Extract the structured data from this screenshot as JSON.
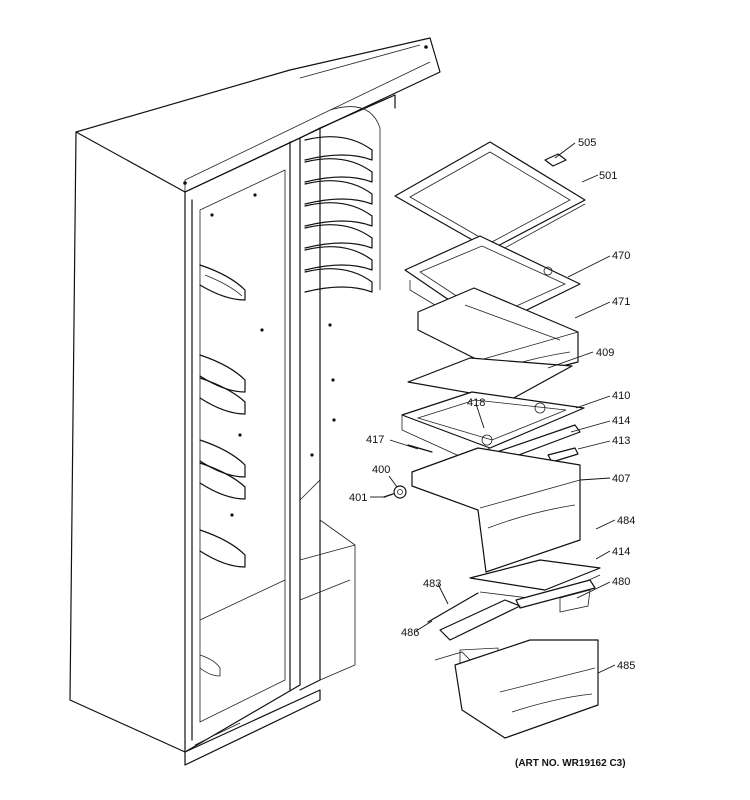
{
  "parts": {
    "p505": "505",
    "p501": "501",
    "p470": "470",
    "p471": "471",
    "p409": "409",
    "p410": "410",
    "p418": "418",
    "p414a": "414",
    "p417": "417",
    "p413": "413",
    "p400": "400",
    "p401": "401",
    "p407": "407",
    "p484": "484",
    "p414b": "414",
    "p483": "483",
    "p480": "480",
    "p486": "486",
    "p485": "485"
  },
  "art_number": "(ART NO. WR19162 C3)"
}
